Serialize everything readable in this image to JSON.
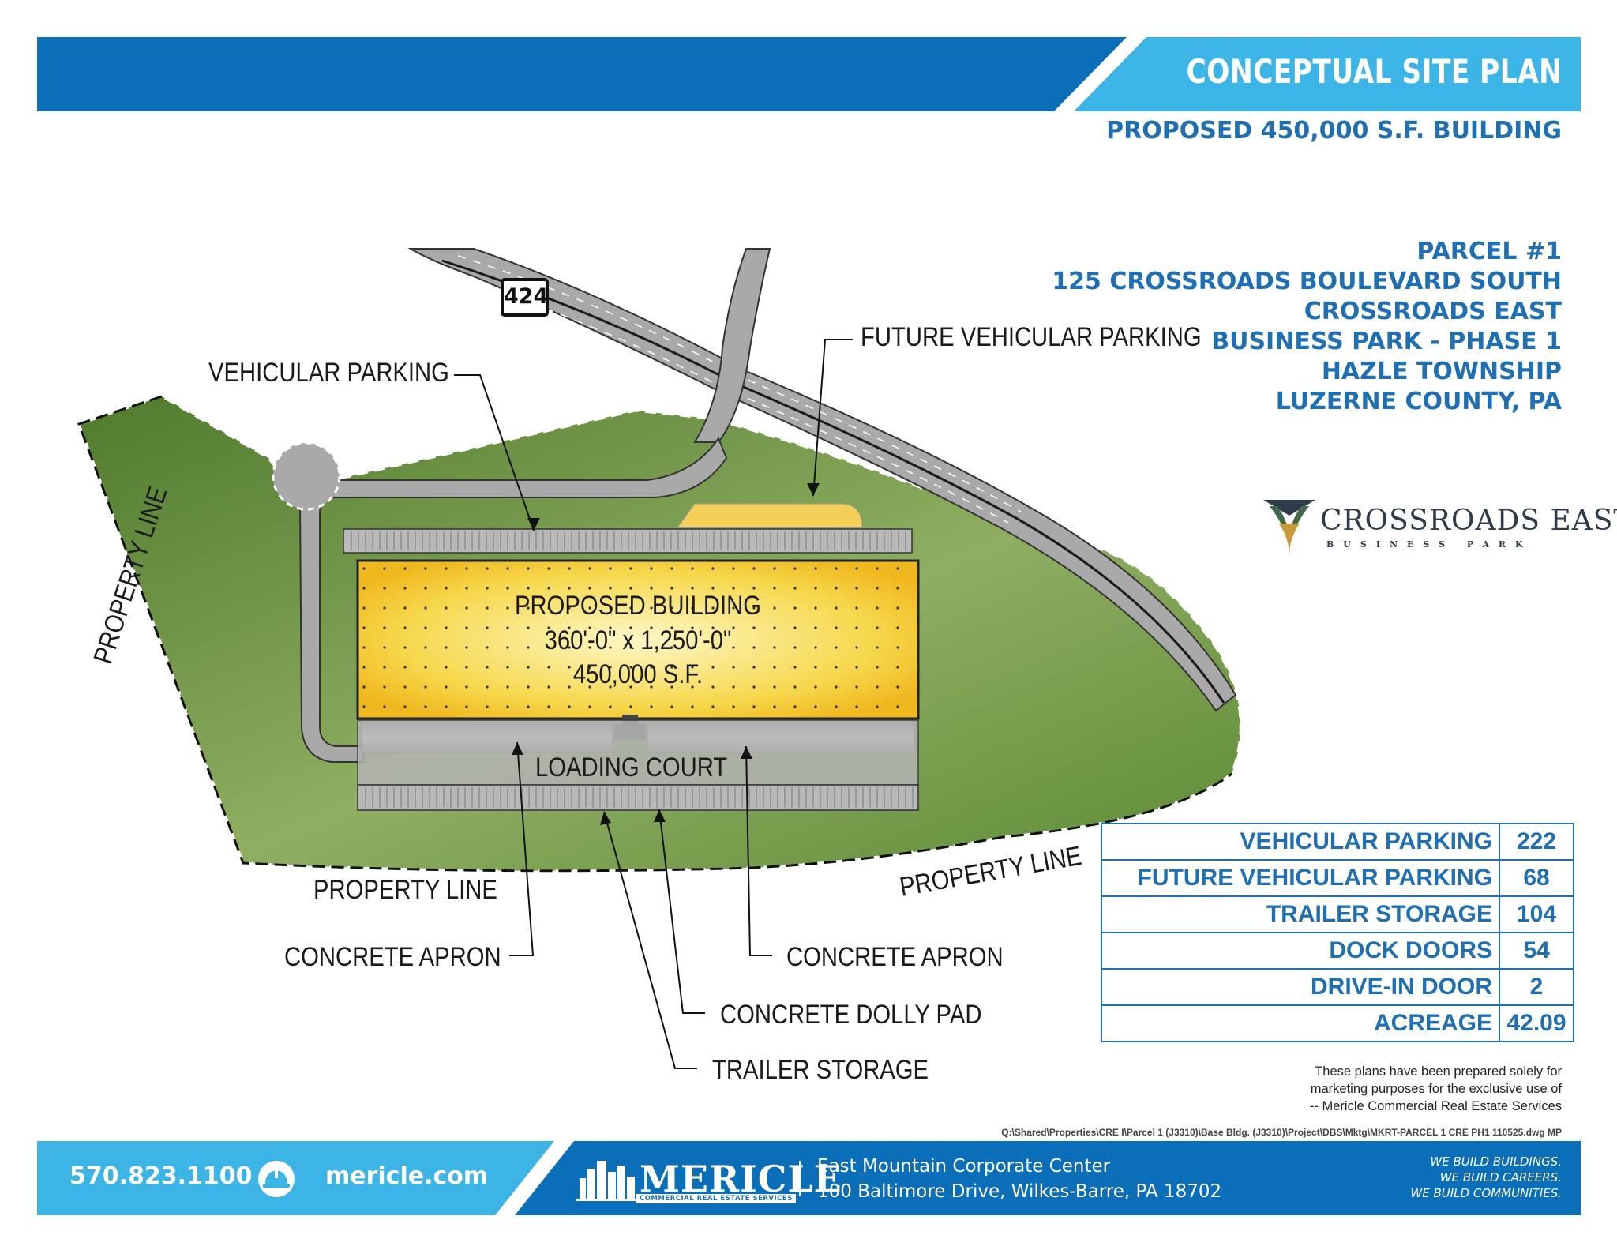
{
  "header": {
    "title": "CONCEPTUAL SITE PLAN",
    "subtitle": "PROPOSED 450,000 S.F. BUILDING"
  },
  "parcel": {
    "lines": [
      "PARCEL #1",
      "125 CROSSROADS BOULEVARD SOUTH",
      "CROSSROADS EAST",
      "BUSINESS PARK - PHASE 1",
      "HAZLE TOWNSHIP",
      "LUZERNE COUNTY, PA"
    ]
  },
  "brand_logo": {
    "name": "CROSSROADS EAST",
    "sub": "BUSINESS PARK"
  },
  "map": {
    "route_shield": "424",
    "labels": {
      "vehicular_parking": "VEHICULAR PARKING",
      "future_vehicular_parking": "FUTURE VEHICULAR PARKING",
      "property_line_left": "PROPERTY LINE",
      "property_line_bottom": "PROPERTY LINE",
      "property_line_right": "PROPERTY LINE",
      "loading_court": "LOADING COURT",
      "concrete_apron_left": "CONCRETE APRON",
      "concrete_apron_right": "CONCRETE APRON",
      "concrete_dolly_pad": "CONCRETE DOLLY PAD",
      "trailer_storage": "TRAILER STORAGE"
    },
    "building": {
      "line1": "PROPOSED BUILDING",
      "line2": "360'-0\" x 1,250'-0\"",
      "line3": "450,000 S.F."
    },
    "colors": {
      "land": "#5f8b3c",
      "building": "#f3c530",
      "pavement": "#b8b8b8",
      "road": "#a9a9a9"
    }
  },
  "stats": [
    {
      "label": "VEHICULAR PARKING",
      "value": "222"
    },
    {
      "label": "FUTURE VEHICULAR PARKING",
      "value": "68"
    },
    {
      "label": "TRAILER STORAGE",
      "value": "104"
    },
    {
      "label": "DOCK DOORS",
      "value": "54"
    },
    {
      "label": "DRIVE-IN DOOR",
      "value": "2"
    },
    {
      "label": "ACREAGE",
      "value": "42.09"
    }
  ],
  "disclaimer": {
    "lines": [
      "These plans have been prepared solely for",
      "marketing purposes for the exclusive use of",
      "-- Mericle Commercial Real Estate Services"
    ]
  },
  "file_path": "Q:\\Shared\\Properties\\CRE I\\Parcel 1 (J3310)\\Base Bldg. (J3310)\\Project\\DBS\\Mktg\\MKRT-PARCEL 1 CRE PH1 110525.dwg    MP",
  "footer": {
    "phone": "570.823.1100",
    "website": "mericle.com",
    "company": "MERICLE",
    "company_sub": "COMMERCIAL REAL ESTATE SERVICES",
    "address_line1": "East Mountain Corporate Center",
    "address_line2": "100 Baltimore Drive, Wilkes-Barre, PA 18702",
    "tagline": [
      "WE BUILD BUILDINGS.",
      "WE BUILD CAREERS.",
      "WE BUILD COMMUNITIES."
    ]
  },
  "colors": {
    "brand_blue": "#0a6eb8",
    "light_blue": "#3cb4e6",
    "text_blue": "#1f6fb2"
  }
}
